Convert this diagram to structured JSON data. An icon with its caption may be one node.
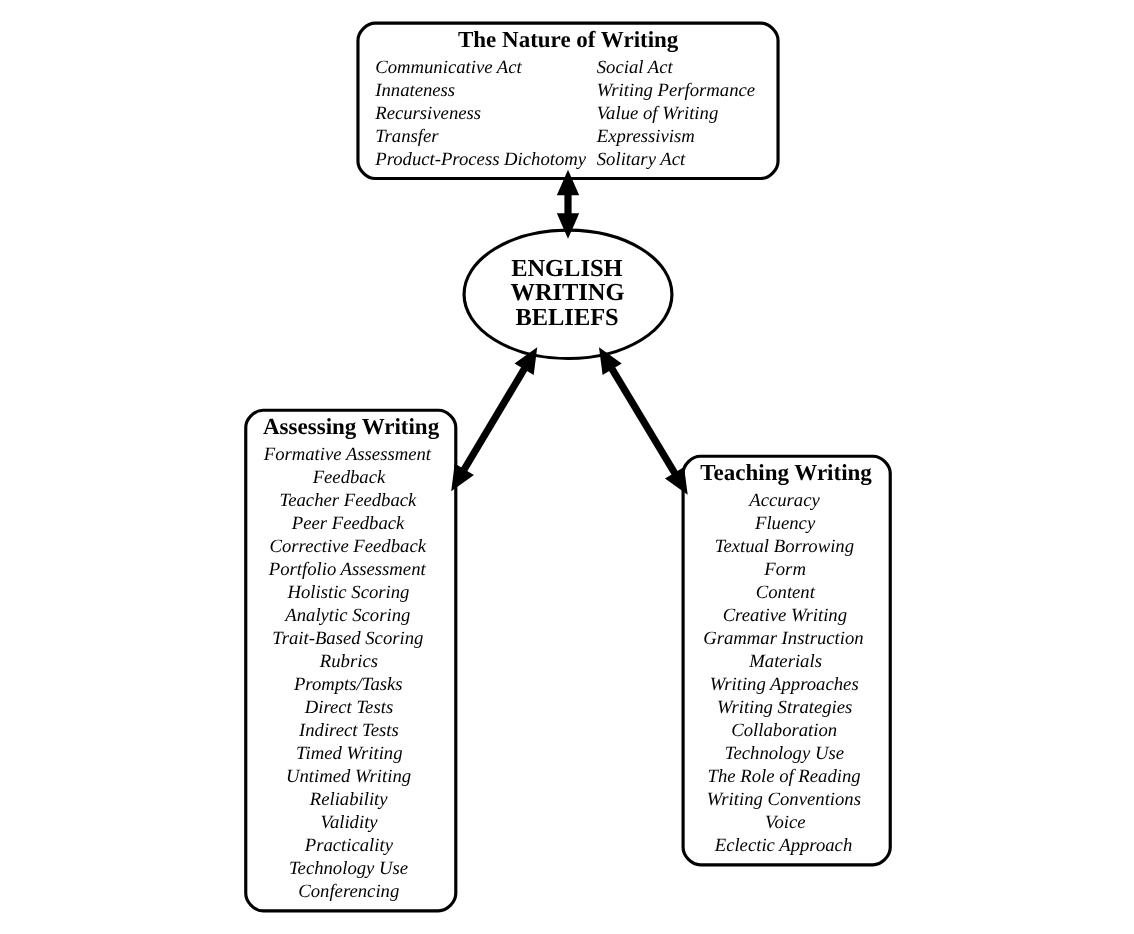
{
  "diagram": {
    "nodes": [
      {
        "text": [
          "The Nature of Writing",
          "Communicative Act",
          "Social Act",
          "Innateness",
          "Writing Performance",
          "Recursiveness",
          "Value of Writing",
          "Transfer",
          "Expressivism",
          "Product-Process Dichotomy",
          "Solitary Act"
        ]
      },
      {
        "text": [
          "ENGLISH WRITING BELIEFS"
        ]
      },
      {
        "text": [
          "Assessing Writing",
          "Formative Assessment",
          "Feedback",
          "Teacher Feedback",
          "Peer Feedback",
          "Corrective Feedback",
          "Portfolio Assessment",
          "Holistic Scoring",
          "Analytic Scoring",
          "Trait-Based Scoring",
          "Rubrics",
          "Prompts/Tasks",
          "Direct Tests",
          "Indirect Tests",
          "Timed Writing",
          "Untimed Writing",
          "Reliability",
          "Validity",
          "Practicality",
          "Technology Use",
          "Conferencing"
        ]
      },
      {
        "text": [
          "Teaching Writing",
          "Accuracy",
          "Fluency",
          "Textual Borrowing",
          "Form",
          "Content",
          "Creative Writing",
          "Grammar Instruction",
          "Materials",
          "Writing Approaches",
          "Writing Strategies",
          "Collaboration",
          "Technology Use",
          "The Role of Reading",
          "Writing Conventions",
          "Voice",
          "Eclectic Approach"
        ]
      }
    ],
    "edges": [
      {
        "from": 0,
        "to": 1,
        "arrow": "both"
      },
      {
        "from": 1,
        "to": 2,
        "arrow": "both"
      },
      {
        "from": 1,
        "to": 3,
        "arrow": "both"
      }
    ]
  }
}
